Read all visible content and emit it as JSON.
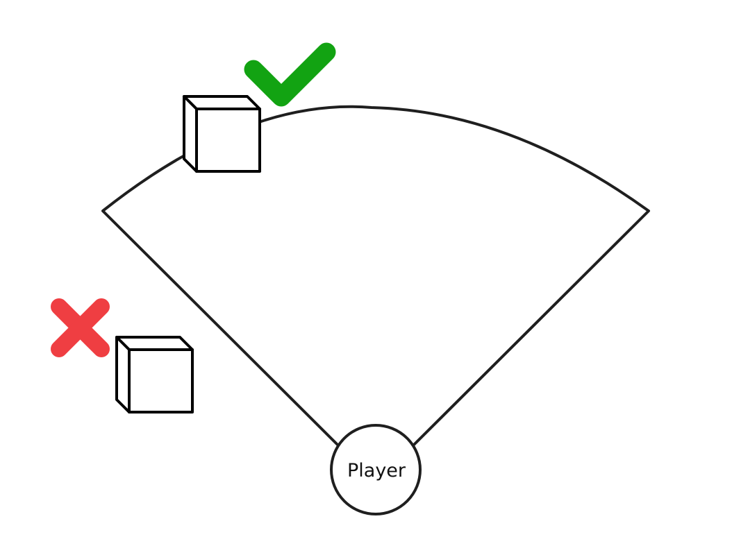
{
  "player": {
    "label": "Player"
  },
  "markers": {
    "inside_object": {
      "status": "visible",
      "icon": "check-mark-icon",
      "color": "#12a312"
    },
    "outside_object": {
      "status": "not-visible",
      "icon": "cross-mark-icon",
      "color": "#ef3e42"
    }
  },
  "colors": {
    "outline": "#1f1f1f",
    "box": "#000000",
    "background": "#ffffff"
  }
}
